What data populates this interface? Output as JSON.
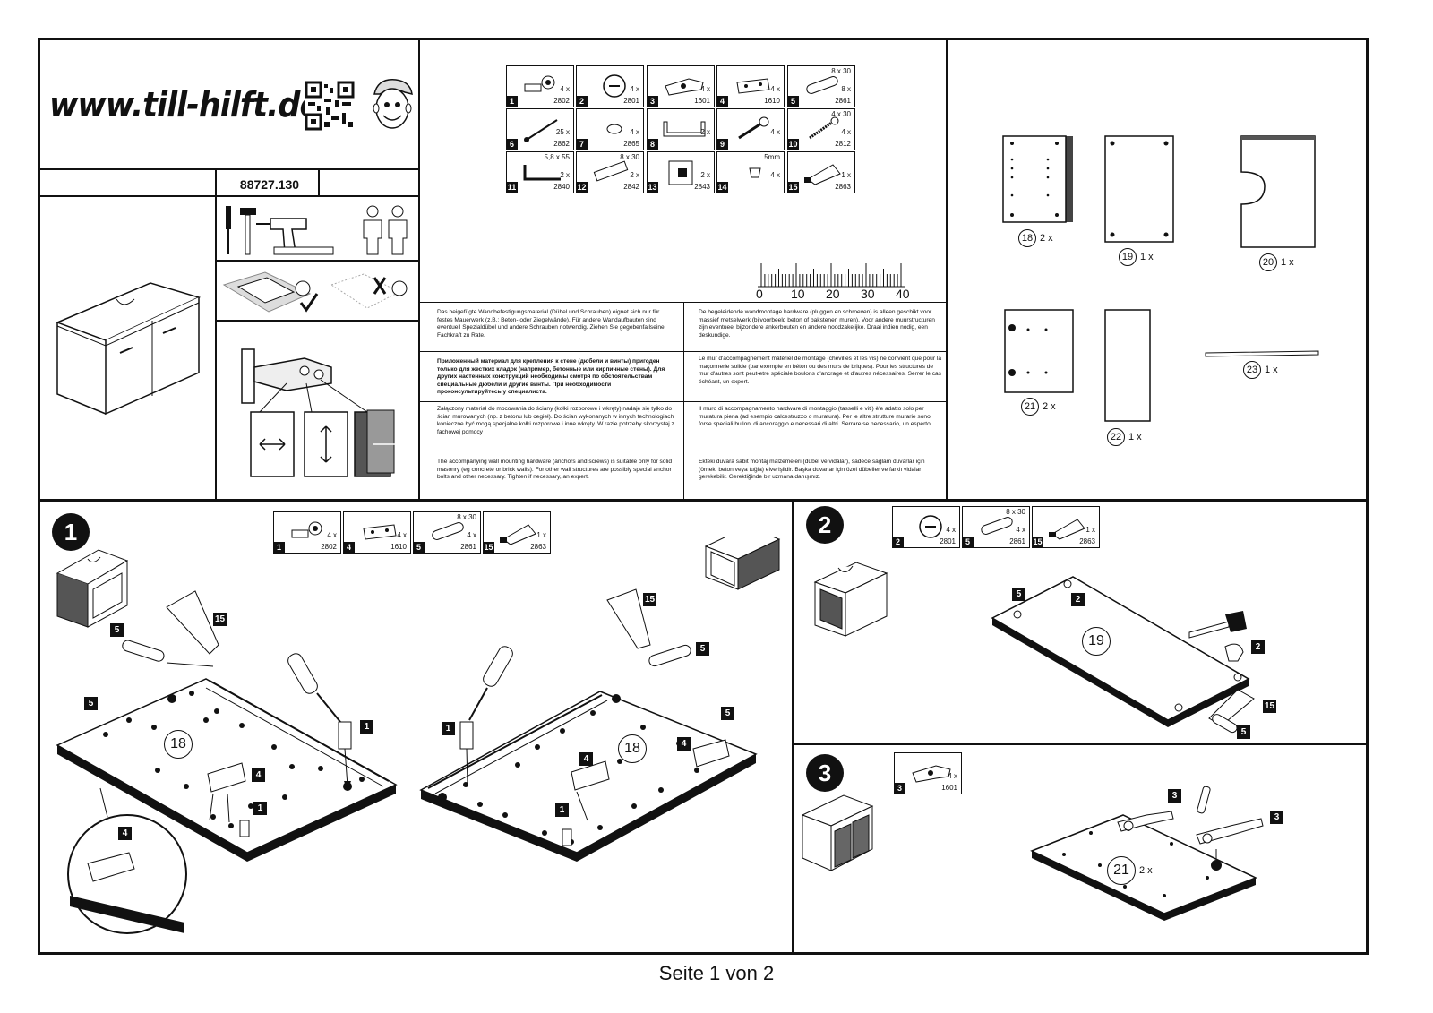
{
  "header": {
    "website": "www.till-hilft.de",
    "article_number": "88727.130"
  },
  "parts": [
    {
      "num": "1",
      "qty": "4 x",
      "code": "2802",
      "dim": "",
      "icon": "dowel-screw-icon"
    },
    {
      "num": "2",
      "qty": "4 x",
      "code": "2801",
      "dim": "",
      "icon": "cam-lock-icon"
    },
    {
      "num": "3",
      "qty": "4 x",
      "code": "1601",
      "dim": "",
      "icon": "hinge-icon"
    },
    {
      "num": "4",
      "qty": "4 x",
      "code": "1610",
      "dim": "",
      "icon": "shelf-bracket-icon"
    },
    {
      "num": "5",
      "qty": "8 x",
      "code": "2861",
      "dim": "8 x 30",
      "icon": "wooden-dowel-icon"
    },
    {
      "num": "6",
      "qty": "25 x",
      "code": "2862",
      "dim": "",
      "icon": "nail-icon"
    },
    {
      "num": "7",
      "qty": "4 x",
      "code": "2865",
      "dim": "",
      "icon": "cap-icon"
    },
    {
      "num": "8",
      "qty": "2 x",
      "code": "",
      "dim": "",
      "icon": "handle-icon"
    },
    {
      "num": "9",
      "qty": "4 x",
      "code": "",
      "dim": "",
      "icon": "screw-icon"
    },
    {
      "num": "10",
      "qty": "4 x",
      "code": "2812",
      "dim": "4 x 30",
      "icon": "wood-screw-icon"
    },
    {
      "num": "11",
      "qty": "2 x",
      "code": "2840",
      "dim": "5,8 x 55",
      "icon": "hook-screw-icon"
    },
    {
      "num": "12",
      "qty": "2 x",
      "code": "2842",
      "dim": "8 x 30",
      "icon": "wall-plug-icon"
    },
    {
      "num": "13",
      "qty": "2 x",
      "code": "2843",
      "dim": "",
      "icon": "wall-bracket-icon"
    },
    {
      "num": "14",
      "qty": "4 x",
      "code": "",
      "dim": "5mm",
      "icon": "foot-pad-icon"
    },
    {
      "num": "15",
      "qty": "1 x",
      "code": "2863",
      "dim": "",
      "icon": "glue-tube-icon"
    }
  ],
  "ruler": {
    "labels": [
      "0",
      "10",
      "20",
      "30",
      "40"
    ]
  },
  "notices": [
    "Das beigefügte Wandbefestigungsmaterial (Dübel und Schrauben) eignet sich nur für festes Mauerwerk (z.B.: Beton- oder Ziegelwände). Für andere Wandaufbauten sind eventuell Spezialdübel und andere Schrauben notwendig. Ziehen Sie gegebenfallseine Fachkraft zu Rate.",
    "De begeleidende wandmontage hardware (pluggen en schroeven) is alleen geschikt voor massief metselwerk (bijvoorbeeld beton of bakstenen muren). Voor andere muurstructuren zijn eventueel bijzondere ankerbouten en andere noodzakelijke. Draai indien nodig, een deskundige.",
    "Приложенный материал для крепления к стене (дюбели и винты) пригоден только для жестких кладок (например, бетонные или кирпичные стены). Для других настенных конструкций необходимы смотря по обстоятельствам специальные дюбели и другие винты. При необходимости проконсультируйтесь у специалиста.",
    "Le mur d'accompagnement matériel de montage (chevilles et les vis) ne convient que pour la maçonnerie solide (par exemple en béton ou des murs de briques). Pour les structures de mur d'autres sont peut-etre spéciale boulons d'ancrage et d'autres nécessaires. Serrer le cas échéant, un expert.",
    "Załączony materiał do mocowania do ściany (kołki rozporowe i wkręty) nadaje się tylko do ścian murowanych (np. z betonu lub cegieł). Do ścian wykonanych w innych technologiach konieczne być mogą specjalne kołki rozporowe i inne wkręty. W razie potrzeby skorzystaj z fachowej pomocy",
    "Il muro di accompagnamento hardware di montaggio (tasselli e viti) è'e adatto solo per muratura piena (ad esempio calcestruzzo o muratura). Per le altre strutture murarie sono forse speciali bulloni di ancoraggio e necessari di altri. Serrare se necessario, un esperto.",
    "The accompanying wall mounting hardware (anchors and screws) is suitable only for solid masonry (eg concrete or brick walls). For other wall structures are possibly special anchor bolts and other necessary. Tighten if necessary, an expert.",
    "Ekteki duvara sabit montaj malzemeleri (dübel ve vidalar), sadece sağlam duvarlar için (örnek: beton veya tuğla) elverişlidir. Başka duvarlar için özel dübeller ve farklı vidalar gerekebilir. Gerektiğinde bir uzmana danışınız."
  ],
  "pieces": [
    {
      "id": "18",
      "qty": "2 x"
    },
    {
      "id": "19",
      "qty": "1 x"
    },
    {
      "id": "20",
      "qty": "1 x"
    },
    {
      "id": "21",
      "qty": "2 x"
    },
    {
      "id": "22",
      "qty": "1 x"
    },
    {
      "id": "23",
      "qty": "1 x"
    }
  ],
  "steps": [
    {
      "number": "1",
      "parts": [
        {
          "num": "1",
          "qty": "4 x",
          "code": "2802",
          "dim": ""
        },
        {
          "num": "4",
          "qty": "4 x",
          "code": "1610",
          "dim": ""
        },
        {
          "num": "5",
          "qty": "4 x",
          "code": "2861",
          "dim": "8 x 30"
        },
        {
          "num": "15",
          "qty": "1 x",
          "code": "2863",
          "dim": ""
        }
      ]
    },
    {
      "number": "2",
      "parts": [
        {
          "num": "2",
          "qty": "4 x",
          "code": "2801",
          "dim": ""
        },
        {
          "num": "5",
          "qty": "4 x",
          "code": "2861",
          "dim": "8 x 30"
        },
        {
          "num": "15",
          "qty": "1 x",
          "code": "2863",
          "dim": ""
        }
      ]
    },
    {
      "number": "3",
      "parts": [
        {
          "num": "3",
          "qty": "4 x",
          "code": "1601",
          "dim": ""
        }
      ]
    }
  ],
  "callouts": {
    "step1": [
      "5",
      "15",
      "5",
      "1",
      "4",
      "1",
      "4",
      "15",
      "5",
      "1",
      "5",
      "4",
      "4",
      "1"
    ],
    "step2": [
      "5",
      "2",
      "2",
      "15",
      "5"
    ],
    "step3": [
      "3",
      "3"
    ]
  },
  "board_labels": {
    "b18a": "18",
    "b18b": "18",
    "b19": "19",
    "b21": "21",
    "b21_qty": "2 x"
  },
  "footer": "Seite 1 von 2"
}
